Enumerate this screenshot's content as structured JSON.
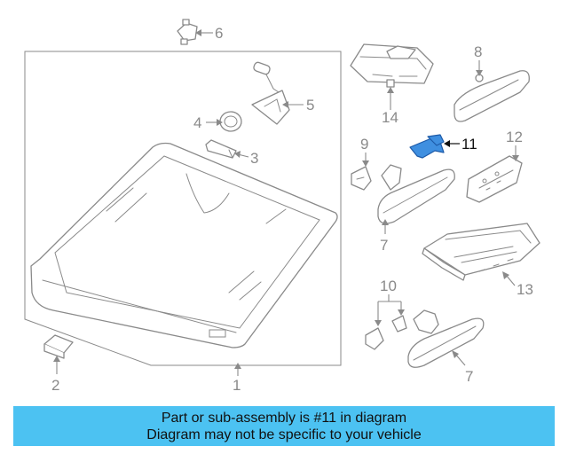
{
  "diagram": {
    "highlight_color": "#3f8fe0",
    "callouts": [
      {
        "id": "1",
        "label": "1"
      },
      {
        "id": "2",
        "label": "2"
      },
      {
        "id": "3",
        "label": "3"
      },
      {
        "id": "4",
        "label": "4"
      },
      {
        "id": "5",
        "label": "5"
      },
      {
        "id": "6",
        "label": "6"
      },
      {
        "id": "7a",
        "label": "7"
      },
      {
        "id": "7b",
        "label": "7"
      },
      {
        "id": "8",
        "label": "8"
      },
      {
        "id": "9",
        "label": "9"
      },
      {
        "id": "10",
        "label": "10"
      },
      {
        "id": "11",
        "label": "11"
      },
      {
        "id": "12",
        "label": "12"
      },
      {
        "id": "13",
        "label": "13"
      },
      {
        "id": "14",
        "label": "14"
      }
    ]
  },
  "banner": {
    "background": "#4cc2f2",
    "line1": "Part or sub-assembly is #11 in diagram",
    "line2": "Diagram may not be specific to your vehicle"
  }
}
